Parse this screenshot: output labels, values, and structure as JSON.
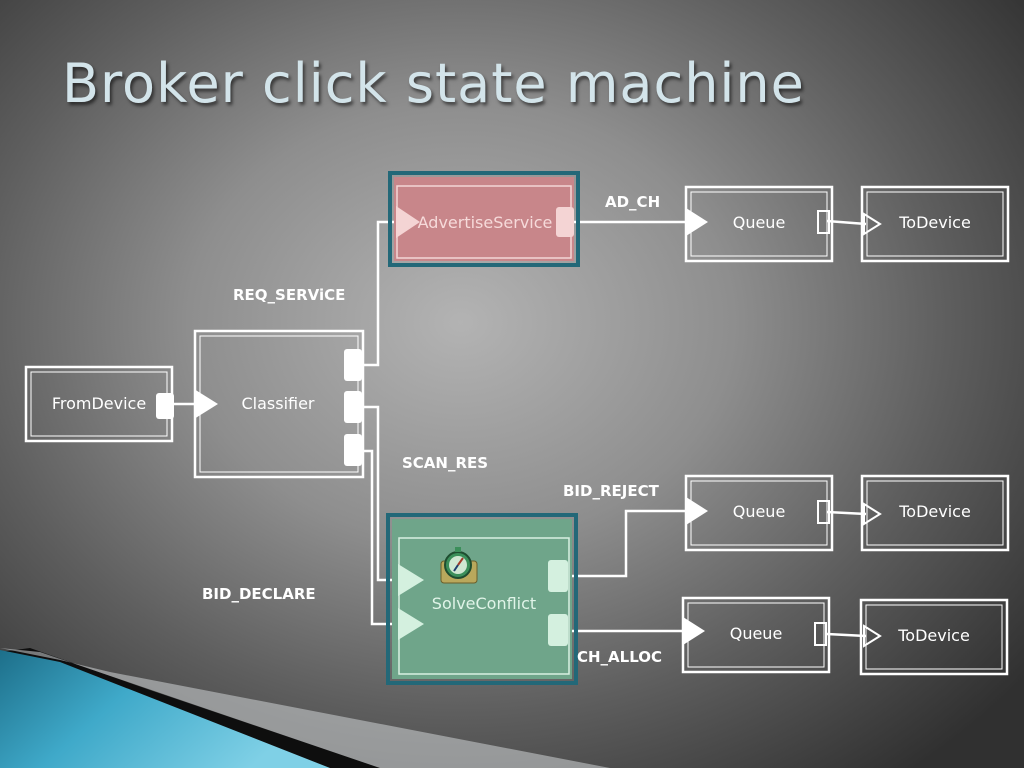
{
  "slide": {
    "title": "Broker click state machine"
  },
  "elements": {
    "from_device": "FromDevice",
    "classifier": "Classifier",
    "advertise_service": "AdvertiseService",
    "solve_conflict": "SolveConflict",
    "queue_1": "Queue",
    "queue_2": "Queue",
    "queue_3": "Queue",
    "to_device_1": "ToDevice",
    "to_device_2": "ToDevice",
    "to_device_3": "ToDevice"
  },
  "edge_labels": {
    "req_service": "REQ_SERViCE",
    "scan_res": "SCAN_RES",
    "bid_declare": "BID_DECLARE",
    "ad_ch": "AD_CH",
    "bid_reject": "BID_REJECT",
    "ch_alloc": "CH_ALLOC"
  },
  "colors": {
    "advertise_fill": "#c8868a",
    "advertise_border": "#236878",
    "solve_fill": "#6fa58a",
    "solve_border": "#236878",
    "accent_blue": "#3fa9c9"
  },
  "icons": {
    "solve_conflict_icon": "compass-clock-icon"
  }
}
